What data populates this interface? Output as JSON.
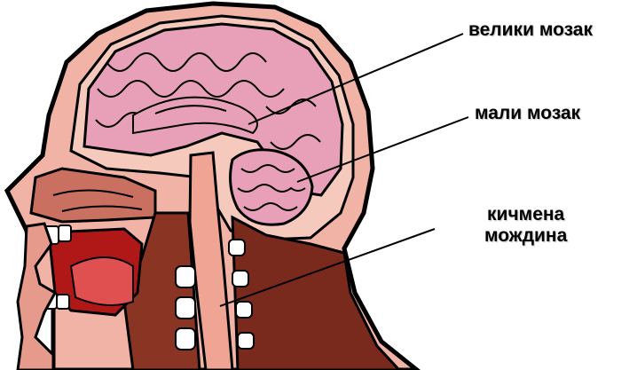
{
  "labels": {
    "cerebrum": "велики мозак",
    "cerebellum": "мали мозак",
    "spinal_cord_line1": "кичмена",
    "spinal_cord_line2": "мождина"
  },
  "colors": {
    "brain": "#e8a0b8",
    "brain_fold": "#c97592",
    "tissue": "#e59a8c",
    "muscle": "#7a2a1c",
    "mouth": "#b01818",
    "bone": "#ffffff",
    "outline": "#000000"
  }
}
